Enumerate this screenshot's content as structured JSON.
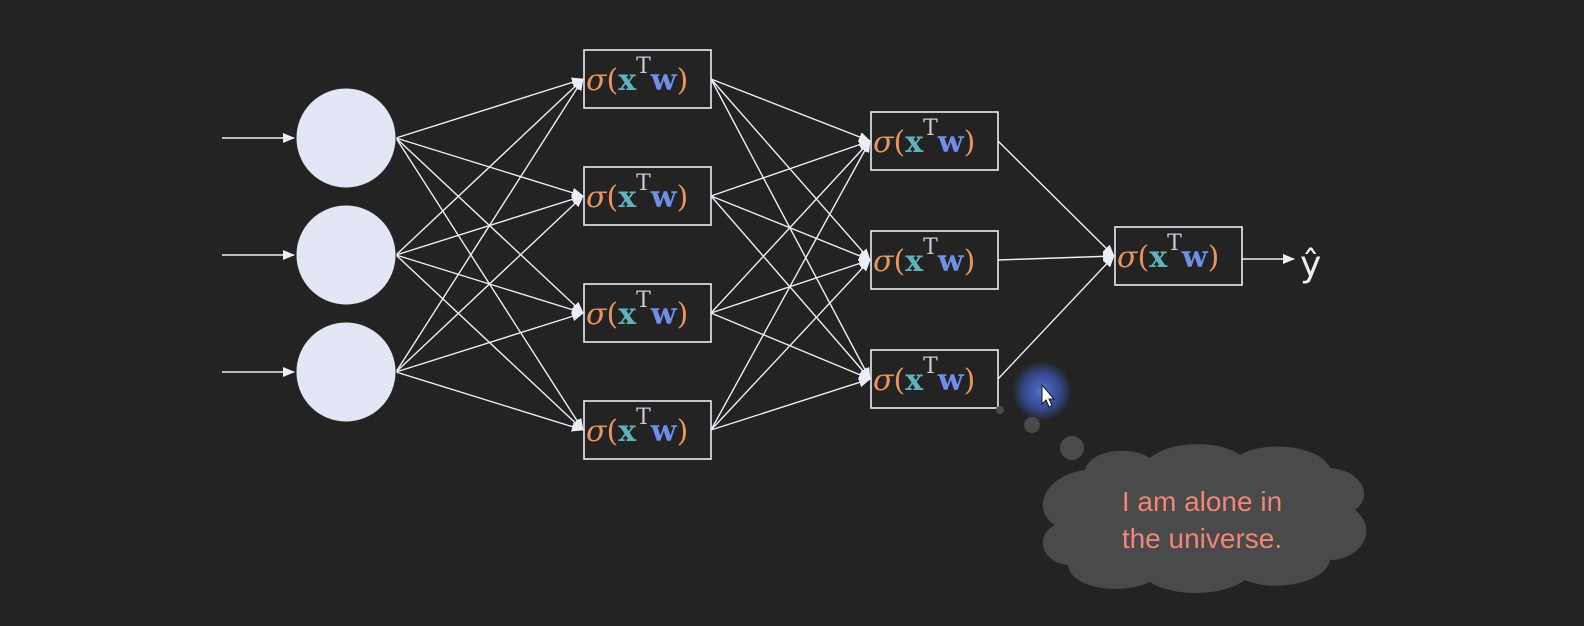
{
  "diagram": {
    "input_nodes": 3,
    "hidden_layer_1_units": 4,
    "hidden_layer_2_units": 3,
    "output_units": 1,
    "neuron_expression": {
      "sigma": "σ",
      "open_paren": "(",
      "x": "x",
      "superscript": "T",
      "w": "w",
      "close_paren": ")"
    },
    "output_label": "ŷ"
  },
  "thought_bubble": {
    "line1": "I am alone in",
    "line2": "the universe."
  },
  "cursor": {
    "icon": "arrow-pointer-icon"
  },
  "colors": {
    "background": "#232323",
    "node_fill": "#e3e6f4",
    "edge": "#eceef6",
    "sigma": "#e8945a",
    "x": "#5fb3bd",
    "w": "#6f8fe8",
    "bubble": "#4a4a4a",
    "bubble_text": "#f0857a"
  }
}
